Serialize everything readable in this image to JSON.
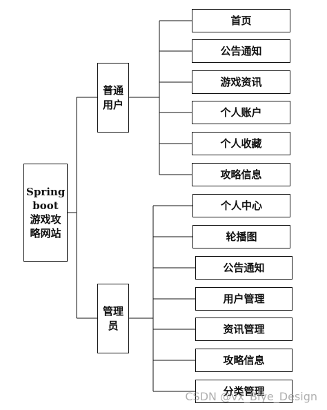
{
  "diagram": {
    "root": {
      "label": "Spring boot 游戏攻略网站"
    },
    "branches": [
      {
        "label": "普通用户",
        "children": [
          "首页",
          "公告通知",
          "游戏资讯",
          "个人账户",
          "个人收藏",
          "攻略信息"
        ]
      },
      {
        "label": "管理员",
        "children": [
          "个人中心",
          "轮播图",
          "公告通知",
          "用户管理",
          "资讯管理",
          "攻略信息",
          "分类管理"
        ]
      }
    ]
  },
  "watermark": "CSDN @vx_Biye_Design",
  "colors": {
    "line": "#111111",
    "border": "#111111",
    "text": "#111111",
    "watermark": "#969696"
  }
}
